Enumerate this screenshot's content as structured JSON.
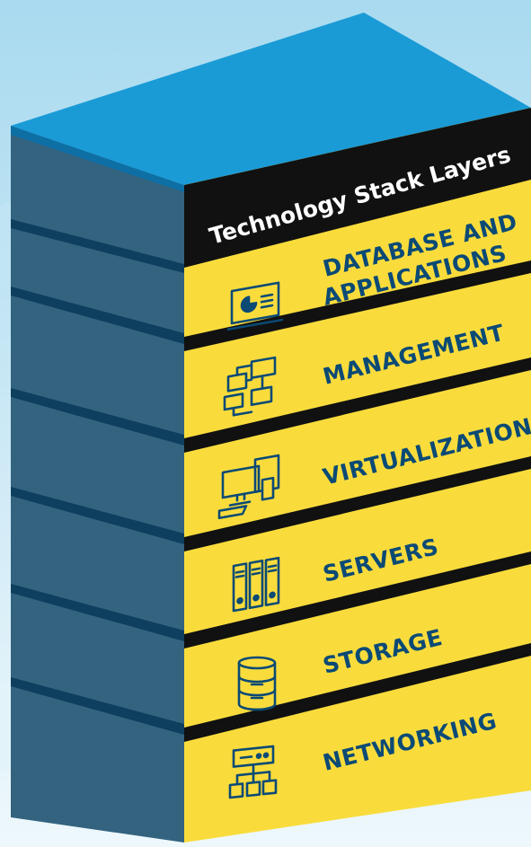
{
  "title": "Technology Stack Layers",
  "colors": {
    "background_top": "#b3def0",
    "background_bottom": "#e8f5fb",
    "top_face": "#1a9bd6",
    "left_face": "#33637f",
    "left_face_dark": "#0e3f5e",
    "front_face": "#f9dc3c",
    "band": "#111111",
    "text": "#0b4a75",
    "title_text": "#ffffff",
    "icon": "#0b4a75"
  },
  "layers": [
    {
      "line1": "DATABASE AND",
      "line2": "APPLICATIONS",
      "icon": "presentation-board-icon"
    },
    {
      "line1": "MANAGEMENT",
      "line2": "",
      "icon": "workflow-diagram-icon"
    },
    {
      "line1": "VIRTUALIZATION",
      "line2": "",
      "icon": "multi-device-icon"
    },
    {
      "line1": "SERVERS",
      "line2": "",
      "icon": "server-binders-icon"
    },
    {
      "line1": "STORAGE",
      "line2": "",
      "icon": "database-cylinder-icon"
    },
    {
      "line1": "NETWORKING",
      "line2": "",
      "icon": "network-hierarchy-icon"
    }
  ]
}
